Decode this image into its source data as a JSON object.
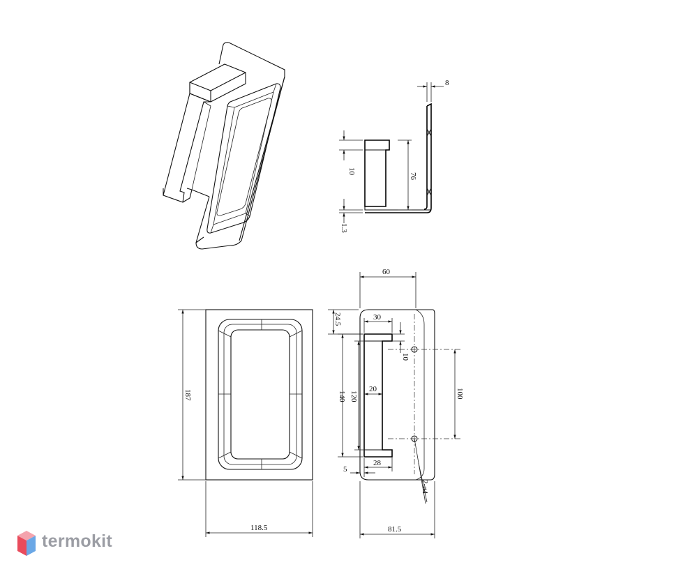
{
  "brand": {
    "name": "termokit",
    "color": "#9b9da4",
    "accent": "#e94b5c",
    "accent2": "#6aa7e6"
  },
  "side_view": {
    "dims": [
      "8",
      "10",
      "76",
      "1.3"
    ]
  },
  "front_view": {
    "dims": [
      "187",
      "118.5"
    ]
  },
  "back_view": {
    "dims": [
      "60",
      "24.5",
      "30",
      "10",
      "20",
      "120",
      "140",
      "100",
      "28",
      "5",
      "2-ø4",
      "81.5"
    ]
  }
}
